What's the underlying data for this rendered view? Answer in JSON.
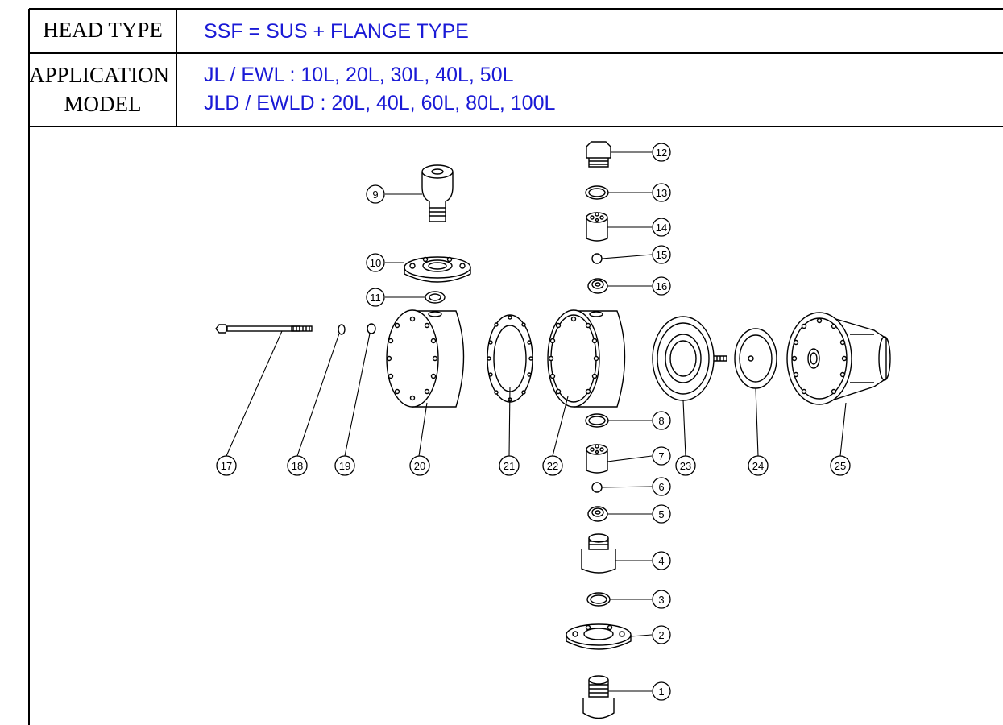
{
  "header": {
    "head_type_label": "HEAD TYPE",
    "head_type_value": "SSF = SUS + FLANGE TYPE",
    "application_label_line1": "APPLICATION",
    "application_label_line2": "MODEL",
    "application_value_line1": "JL / EWL : 10L, 20L, 30L, 40L, 50L",
    "application_value_line2": "JLD / EWLD : 20L, 40L, 60L, 80L, 100L"
  },
  "parts": {
    "p1": "1",
    "p2": "2",
    "p3": "3",
    "p4": "4",
    "p5": "5",
    "p6": "6",
    "p7": "7",
    "p8": "8",
    "p9": "9",
    "p10": "10",
    "p11": "11",
    "p12": "12",
    "p13": "13",
    "p14": "14",
    "p15": "15",
    "p16": "16",
    "p17": "17",
    "p18": "18",
    "p19": "19",
    "p20": "20",
    "p21": "21",
    "p22": "22",
    "p23": "23",
    "p24": "24",
    "p25": "25"
  },
  "colors": {
    "label_text": "#000000",
    "value_text": "#1a1ad6",
    "line": "#000000"
  }
}
